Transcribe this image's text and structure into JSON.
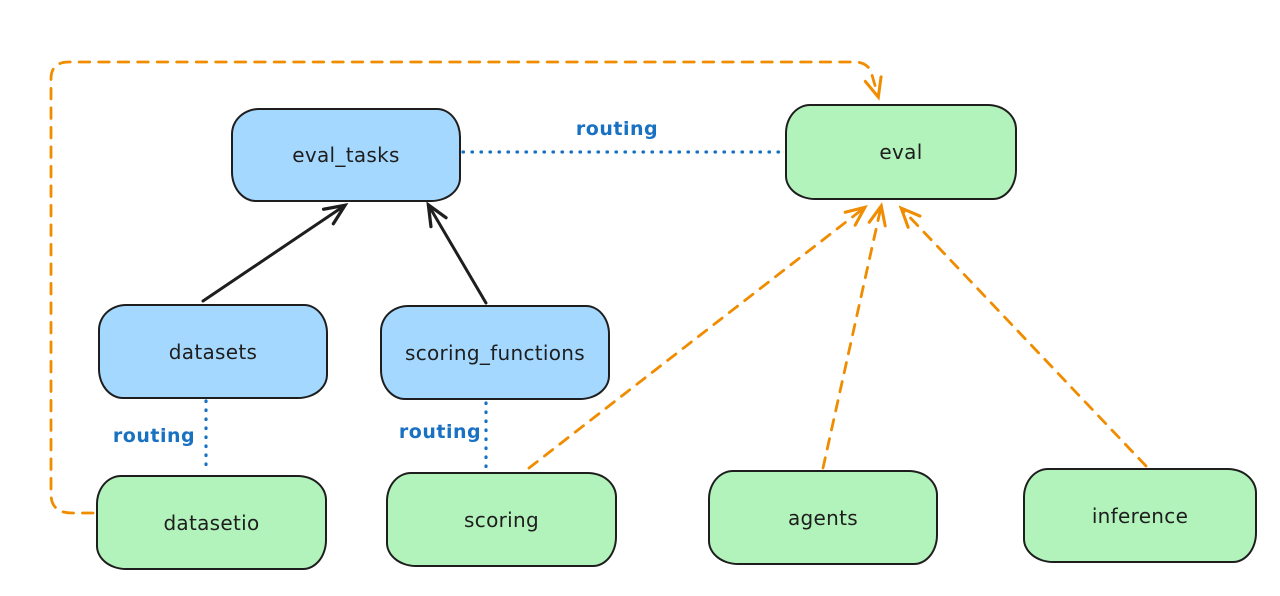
{
  "diagram": {
    "nodes": [
      {
        "id": "eval_tasks",
        "label": "eval_tasks",
        "kind": "registry"
      },
      {
        "id": "eval",
        "label": "eval",
        "kind": "api"
      },
      {
        "id": "datasets",
        "label": "datasets",
        "kind": "registry"
      },
      {
        "id": "scoring_functions",
        "label": "scoring_functions",
        "kind": "registry"
      },
      {
        "id": "datasetio",
        "label": "datasetio",
        "kind": "api"
      },
      {
        "id": "scoring",
        "label": "scoring",
        "kind": "api"
      },
      {
        "id": "agents",
        "label": "agents",
        "kind": "api"
      },
      {
        "id": "inference",
        "label": "inference",
        "kind": "api"
      }
    ],
    "edges": [
      {
        "from": "datasets",
        "to": "eval_tasks",
        "style": "solid-arrow",
        "color": "black",
        "label": ""
      },
      {
        "from": "scoring_functions",
        "to": "eval_tasks",
        "style": "solid-arrow",
        "color": "black",
        "label": ""
      },
      {
        "from": "eval_tasks",
        "to": "eval",
        "style": "dotted",
        "color": "blue",
        "label": "routing"
      },
      {
        "from": "datasets",
        "to": "datasetio",
        "style": "dotted",
        "color": "blue",
        "label": "routing"
      },
      {
        "from": "scoring_functions",
        "to": "scoring",
        "style": "dotted",
        "color": "blue",
        "label": "routing"
      },
      {
        "from": "datasetio",
        "to": "eval",
        "style": "dashed-arrow",
        "color": "orange",
        "label": ""
      },
      {
        "from": "scoring",
        "to": "eval",
        "style": "dashed-arrow",
        "color": "orange",
        "label": ""
      },
      {
        "from": "agents",
        "to": "eval",
        "style": "dashed-arrow",
        "color": "orange",
        "label": ""
      },
      {
        "from": "inference",
        "to": "eval",
        "style": "dashed-arrow",
        "color": "orange",
        "label": ""
      }
    ],
    "colors": {
      "bg": "#ffffff",
      "stroke": "#1e1e1e",
      "blue_fill": "#a5d8ff",
      "green_fill": "#b2f2bb",
      "orange": "#f08c00",
      "blue_line": "#1971c2"
    }
  }
}
